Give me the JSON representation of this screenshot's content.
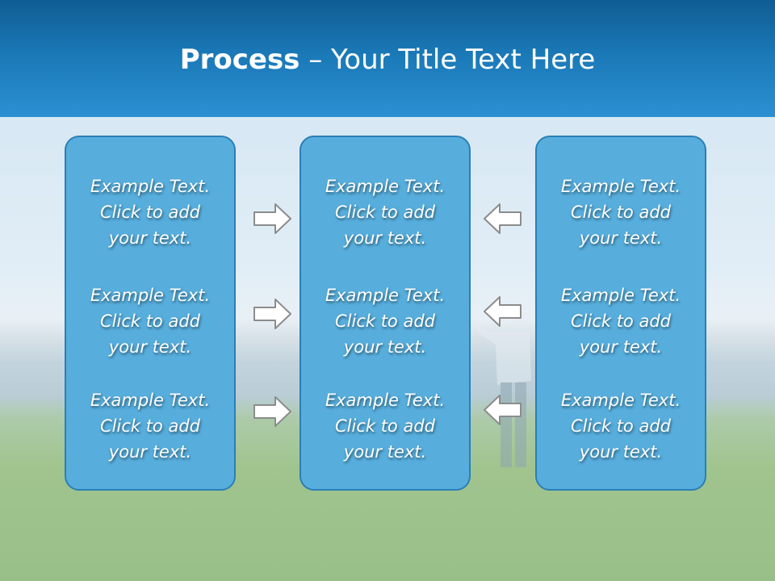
{
  "title": {
    "bold": "Process",
    "rest": " – Your Title Text Here"
  },
  "panels": [
    {
      "items": [
        {
          "l1": "Example Text.",
          "l2": "Click  to add",
          "l3": "your text."
        },
        {
          "l1": "Example Text.",
          "l2": "Click  to add",
          "l3": "your text."
        },
        {
          "l1": "Example Text.",
          "l2": "Click  to add",
          "l3": "your text."
        }
      ]
    },
    {
      "items": [
        {
          "l1": "Example Text.",
          "l2": "Click  to add",
          "l3": "your text."
        },
        {
          "l1": "Example Text.",
          "l2": "Click  to add",
          "l3": "your text."
        },
        {
          "l1": "Example Text.",
          "l2": "Click  to add",
          "l3": "your text."
        }
      ]
    },
    {
      "items": [
        {
          "l1": "Example Text.",
          "l2": "Click  to add",
          "l3": "your text."
        },
        {
          "l1": "Example Text.",
          "l2": "Click  to add",
          "l3": "your text."
        },
        {
          "l1": "Example Text.",
          "l2": "Click  to add",
          "l3": "your text."
        }
      ]
    }
  ],
  "arrows": {
    "left_column": "arrow-right-icon",
    "right_column": "arrow-left-icon"
  },
  "colors": {
    "title_bar": "#1a78b6",
    "panel_fill": "#57aedd",
    "panel_border": "#2b7fb5"
  }
}
